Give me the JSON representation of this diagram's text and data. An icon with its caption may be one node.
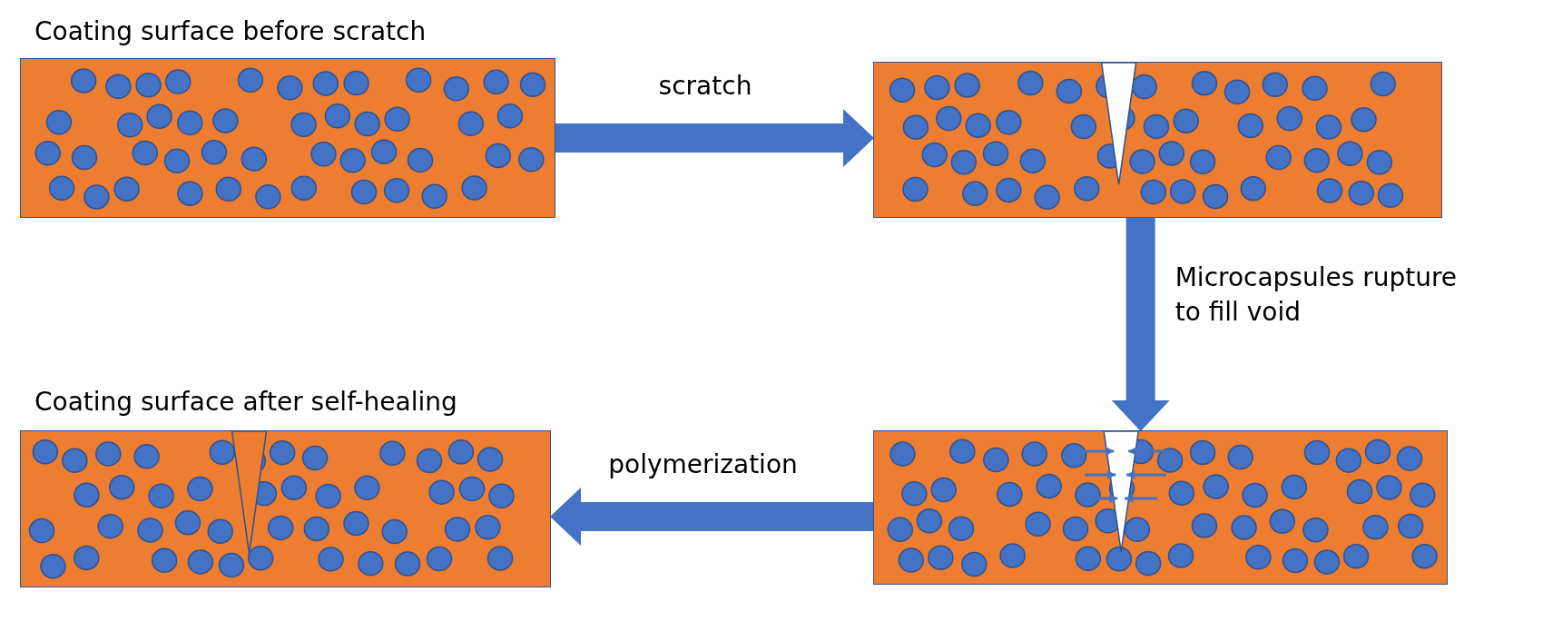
{
  "diagram": {
    "nodes": [
      {
        "text": [
          "Coating surface before scratch"
        ]
      },
      {
        "text": [],
        "shape": "box"
      },
      {
        "text": [],
        "shape": "box"
      },
      {
        "text": [
          "Coating surface after self-healing"
        ]
      }
    ],
    "edges": [
      {
        "from": 0,
        "to": 1,
        "arrow": "to",
        "label": "scratch"
      },
      {
        "from": 1,
        "to": 2,
        "arrow": "to",
        "label": "Microcapsules rupture to fill void"
      },
      {
        "from": 2,
        "to": 3,
        "arrow": "to",
        "label": "polymerization"
      }
    ]
  }
}
